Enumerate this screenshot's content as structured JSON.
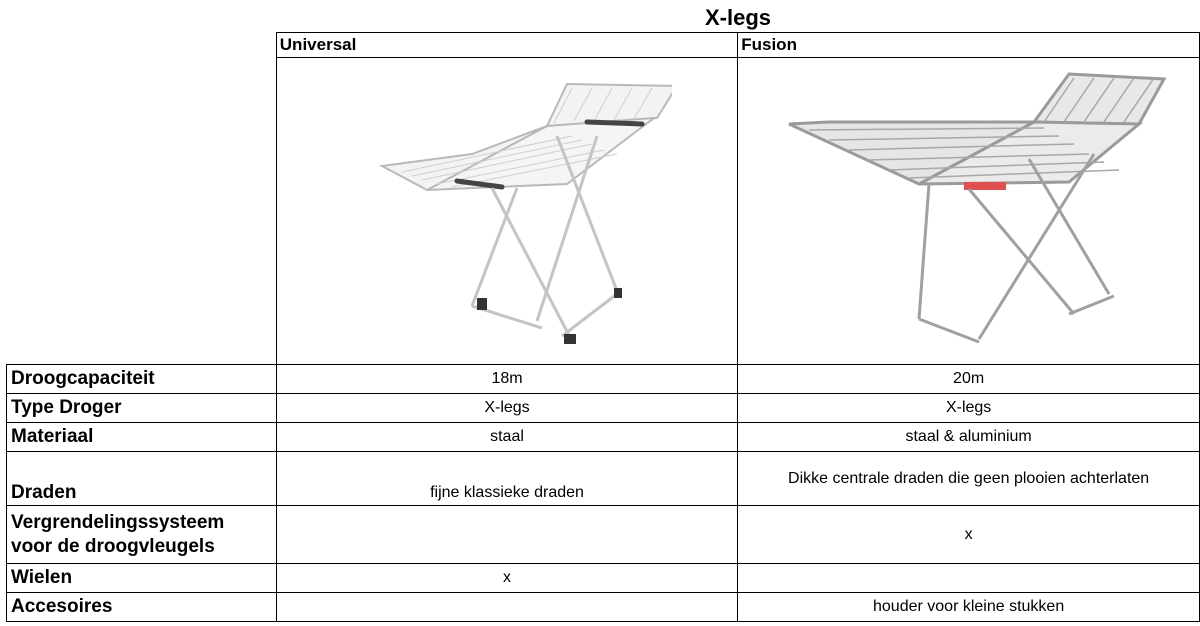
{
  "title": "X-legs",
  "columns": [
    {
      "name": "Universal",
      "image_alt": "Universal X-legs droogrek"
    },
    {
      "name": "Fusion",
      "image_alt": "Fusion X-legs droogrek"
    }
  ],
  "rows": [
    {
      "label": "Droogcapaciteit",
      "universal": "18m",
      "fusion": "20m"
    },
    {
      "label": "Type Droger",
      "universal": "X-legs",
      "fusion": "X-legs"
    },
    {
      "label": "Materiaal",
      "universal": "staal",
      "fusion": "staal & aluminium"
    },
    {
      "label": "Draden",
      "universal": "fijne klassieke draden",
      "fusion": "Dikke centrale draden die geen plooien achterlaten"
    },
    {
      "label_line1": "Vergrendelingssysteem",
      "label_line2": "voor de droogvleugels",
      "universal": "",
      "fusion": "x"
    },
    {
      "label": "Wielen",
      "universal": "x",
      "fusion": ""
    },
    {
      "label": "Accesoires",
      "universal": "",
      "fusion": "houder voor kleine stukken"
    }
  ]
}
